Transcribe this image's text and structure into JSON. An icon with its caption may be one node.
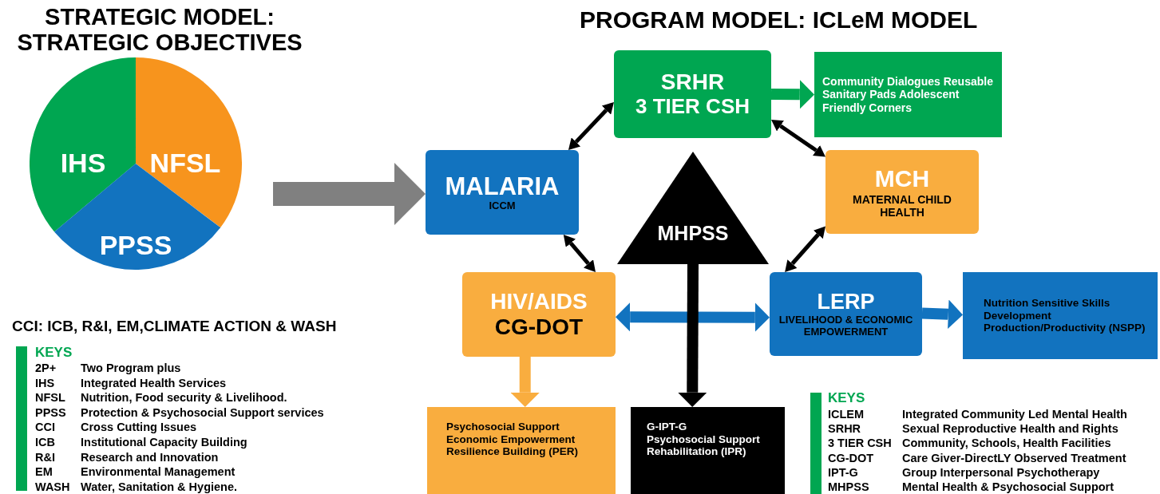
{
  "diagram": {
    "nodes": [
      {
        "text": [
          "IHS"
        ]
      },
      {
        "text": [
          "NFSL"
        ]
      },
      {
        "text": [
          "PPSS"
        ]
      },
      {
        "text": [
          "SRHR",
          "3 TIER CSH"
        ]
      },
      {
        "text": [
          "Community Dialogues Reusable Sanitary Pads Adolescent Friendly Corners"
        ]
      },
      {
        "text": [
          "MALARIA",
          "ICCM"
        ]
      },
      {
        "text": [
          "MCH",
          "MATERNAL CHILD HEALTH"
        ]
      },
      {
        "text": [
          "MHPSS"
        ]
      },
      {
        "text": [
          "HIV/AIDS",
          "CG-DOT"
        ]
      },
      {
        "text": [
          "LERP",
          "LIVELIHOOD & ECONOMIC EMPOWERMENT"
        ]
      },
      {
        "text": [
          "Nutrition Sensitive Skills Development Production/Productivity (NSPP)"
        ]
      },
      {
        "text": [
          "Psychosocial Support Economic Empowerment Resilience Building (PER)"
        ]
      },
      {
        "text": [
          "G-IPT-G",
          "Psychosocial Support Rehabilitation (IPR)"
        ]
      }
    ],
    "edges": [
      {
        "from": null,
        "to": 5,
        "arrow": "to",
        "style": "thick",
        "color": "#808080"
      },
      {
        "from": 5,
        "to": 3,
        "arrow": "both"
      },
      {
        "from": 3,
        "to": 4,
        "arrow": "to",
        "color": "#00a651"
      },
      {
        "from": 3,
        "to": 6,
        "arrow": "both"
      },
      {
        "from": 5,
        "to": 8,
        "arrow": "both"
      },
      {
        "from": 6,
        "to": 9,
        "arrow": "both"
      },
      {
        "from": 8,
        "to": 9,
        "arrow": "both",
        "color": "#1273bf"
      },
      {
        "from": 9,
        "to": 10,
        "arrow": "to",
        "color": "#1273bf"
      },
      {
        "from": 8,
        "to": 11,
        "arrow": "to",
        "color": "#f9ad3f"
      },
      {
        "from": 7,
        "to": 12,
        "arrow": "to"
      }
    ],
    "labels": [
      "STRATEGIC MODEL: STRATEGIC OBJECTIVES",
      "PROGRAM MODEL: ICLeM MODEL",
      "CCI: ICB, R&I, EM,CLIMATE ACTION & WASH",
      "KEYS",
      "2P+",
      "Two Program plus",
      "IHS",
      "Integrated Health Services",
      "NFSL",
      "Nutrition, Food security & Livelihood.",
      "PPSS",
      "Protection & Psychosocial Support services",
      "CCI",
      "Cross Cutting Issues",
      "ICB",
      "Institutional Capacity Building",
      "R&I",
      "Research and Innovation",
      "EM",
      "Environmental Management",
      "WASH",
      "Water, Sanitation & Hygiene.",
      "KEYS",
      "ICLEM",
      "Integrated Community Led Mental Health",
      "SRHR",
      "Sexual Reproductive Health and Rights",
      "3 TIER CSH",
      "Community, Schools, Health Facilities",
      "CG-DOT",
      "Care Giver-DirectLY Observed Treatment",
      "IPT-G",
      "Group Interpersonal Psychotherapy",
      "MHPSS",
      "Mental Health & Psychosocial Support"
    ]
  }
}
